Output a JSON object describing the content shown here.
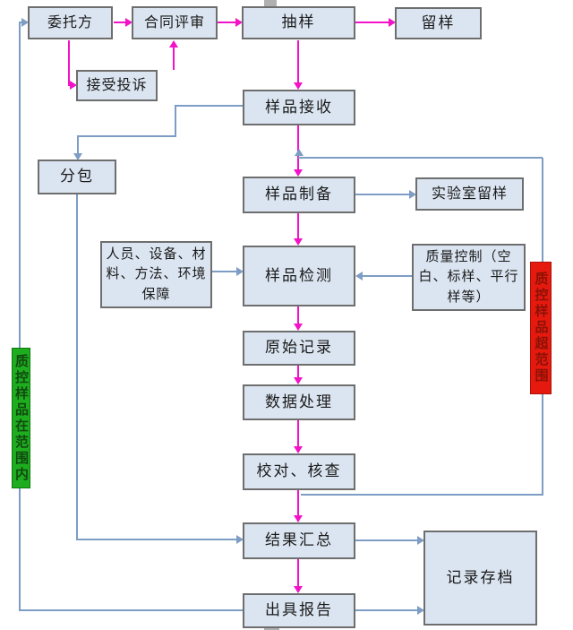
{
  "nodes": {
    "client": "委托方",
    "contract_review": "合同评审",
    "sampling": "抽样",
    "retain_sample": "留样",
    "accept_complaint": "接受投诉",
    "sample_receive": "样品接收",
    "subcontract": "分包",
    "sample_prep": "样品制备",
    "lab_retain": "实验室留样",
    "resources": "人员、设备、材料、方法、环境保障",
    "sample_test": "样品检测",
    "quality_control": "质量控制（空白、标样、平行样等）",
    "raw_record": "原始记录",
    "data_process": "数据处理",
    "proofread_check": "校对、核查",
    "result_summary": "结果汇总",
    "issue_report": "出具报告",
    "archive": "记录存档"
  },
  "side_labels": {
    "in_range": "质控样品在范围内",
    "out_of_range": "质控样品超范围"
  },
  "colors": {
    "box_fill": "#dbe5f1",
    "box_border": "#6e6e6e",
    "main_flow": "#f312c8",
    "secondary_flow": "#7d9dc4",
    "green_bar_fill": "#1ead1e",
    "green_bar_text": "#114a11",
    "red_bar_fill": "#e6190f",
    "red_bar_text": "#8a1206",
    "handle": "#b0b0b0",
    "background": "#ffffff"
  }
}
